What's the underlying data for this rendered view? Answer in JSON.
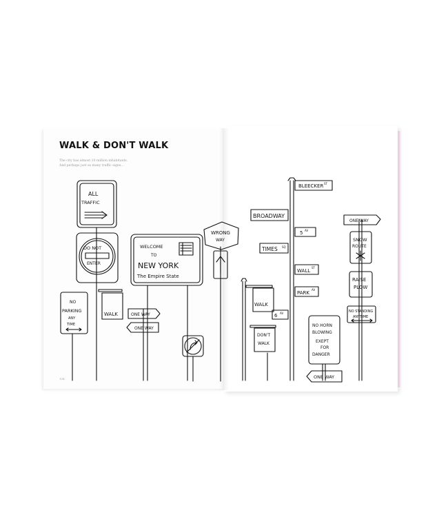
{
  "book": {
    "title": "WALK & DON'T WALK",
    "intro_line_1": "The city has almost 10 million inhabitants.",
    "intro_line_2": "And perhaps just as many traffic signs...",
    "page_number": "104"
  },
  "signs": {
    "all_traffic_1": "ALL",
    "all_traffic_2": "TRAFFIC",
    "do_not": "DO NOT",
    "enter": "ENTER",
    "welcome_1": "WELCOME",
    "welcome_2": "TO",
    "new_york": "NEW YORK",
    "empire_state": "The Empire State",
    "wrong": "WRONG",
    "way": "WAY",
    "no_parking_1": "NO",
    "no_parking_2": "PARKING",
    "no_parking_3": "ANY",
    "no_parking_4": "TIME",
    "walk": "WALK",
    "one_way_a": "ONE WAY",
    "one_way_b": "ONE WAY",
    "bleecker": "BLEECKER",
    "bleecker_suffix": "ST",
    "broadway": "BROADWAY",
    "fifth_av": "5",
    "fifth_av_suffix": "AV",
    "times_sq": "TIMES",
    "times_sq_suffix": "SQ",
    "wall_st": "WALL",
    "wall_st_suffix": "ST",
    "park_av": "PARK",
    "park_av_suffix": "AV",
    "walk_right": "WALK",
    "sixth_av": "6",
    "sixth_av_suffix": "AV",
    "dont": "DON'T",
    "walk_dont": "WALK",
    "no_horn_1": "NO HORN",
    "no_horn_2": "BLOWING",
    "no_horn_3": "EXEPT",
    "no_horn_4": "FOR",
    "no_horn_5": "DANGER",
    "one_way_c": "ONE WAY",
    "one_way_d": "ONE WAY",
    "snow_1": "SNOW",
    "snow_2": "ROUTE",
    "raise_1": "RAISE",
    "raise_2": "PLOW",
    "no_standing_1": "NO STANDING",
    "no_standing_2": "ANYTIME"
  },
  "colors": {
    "ink": "#111111",
    "page_edge_pink": "#e6c6d9"
  }
}
